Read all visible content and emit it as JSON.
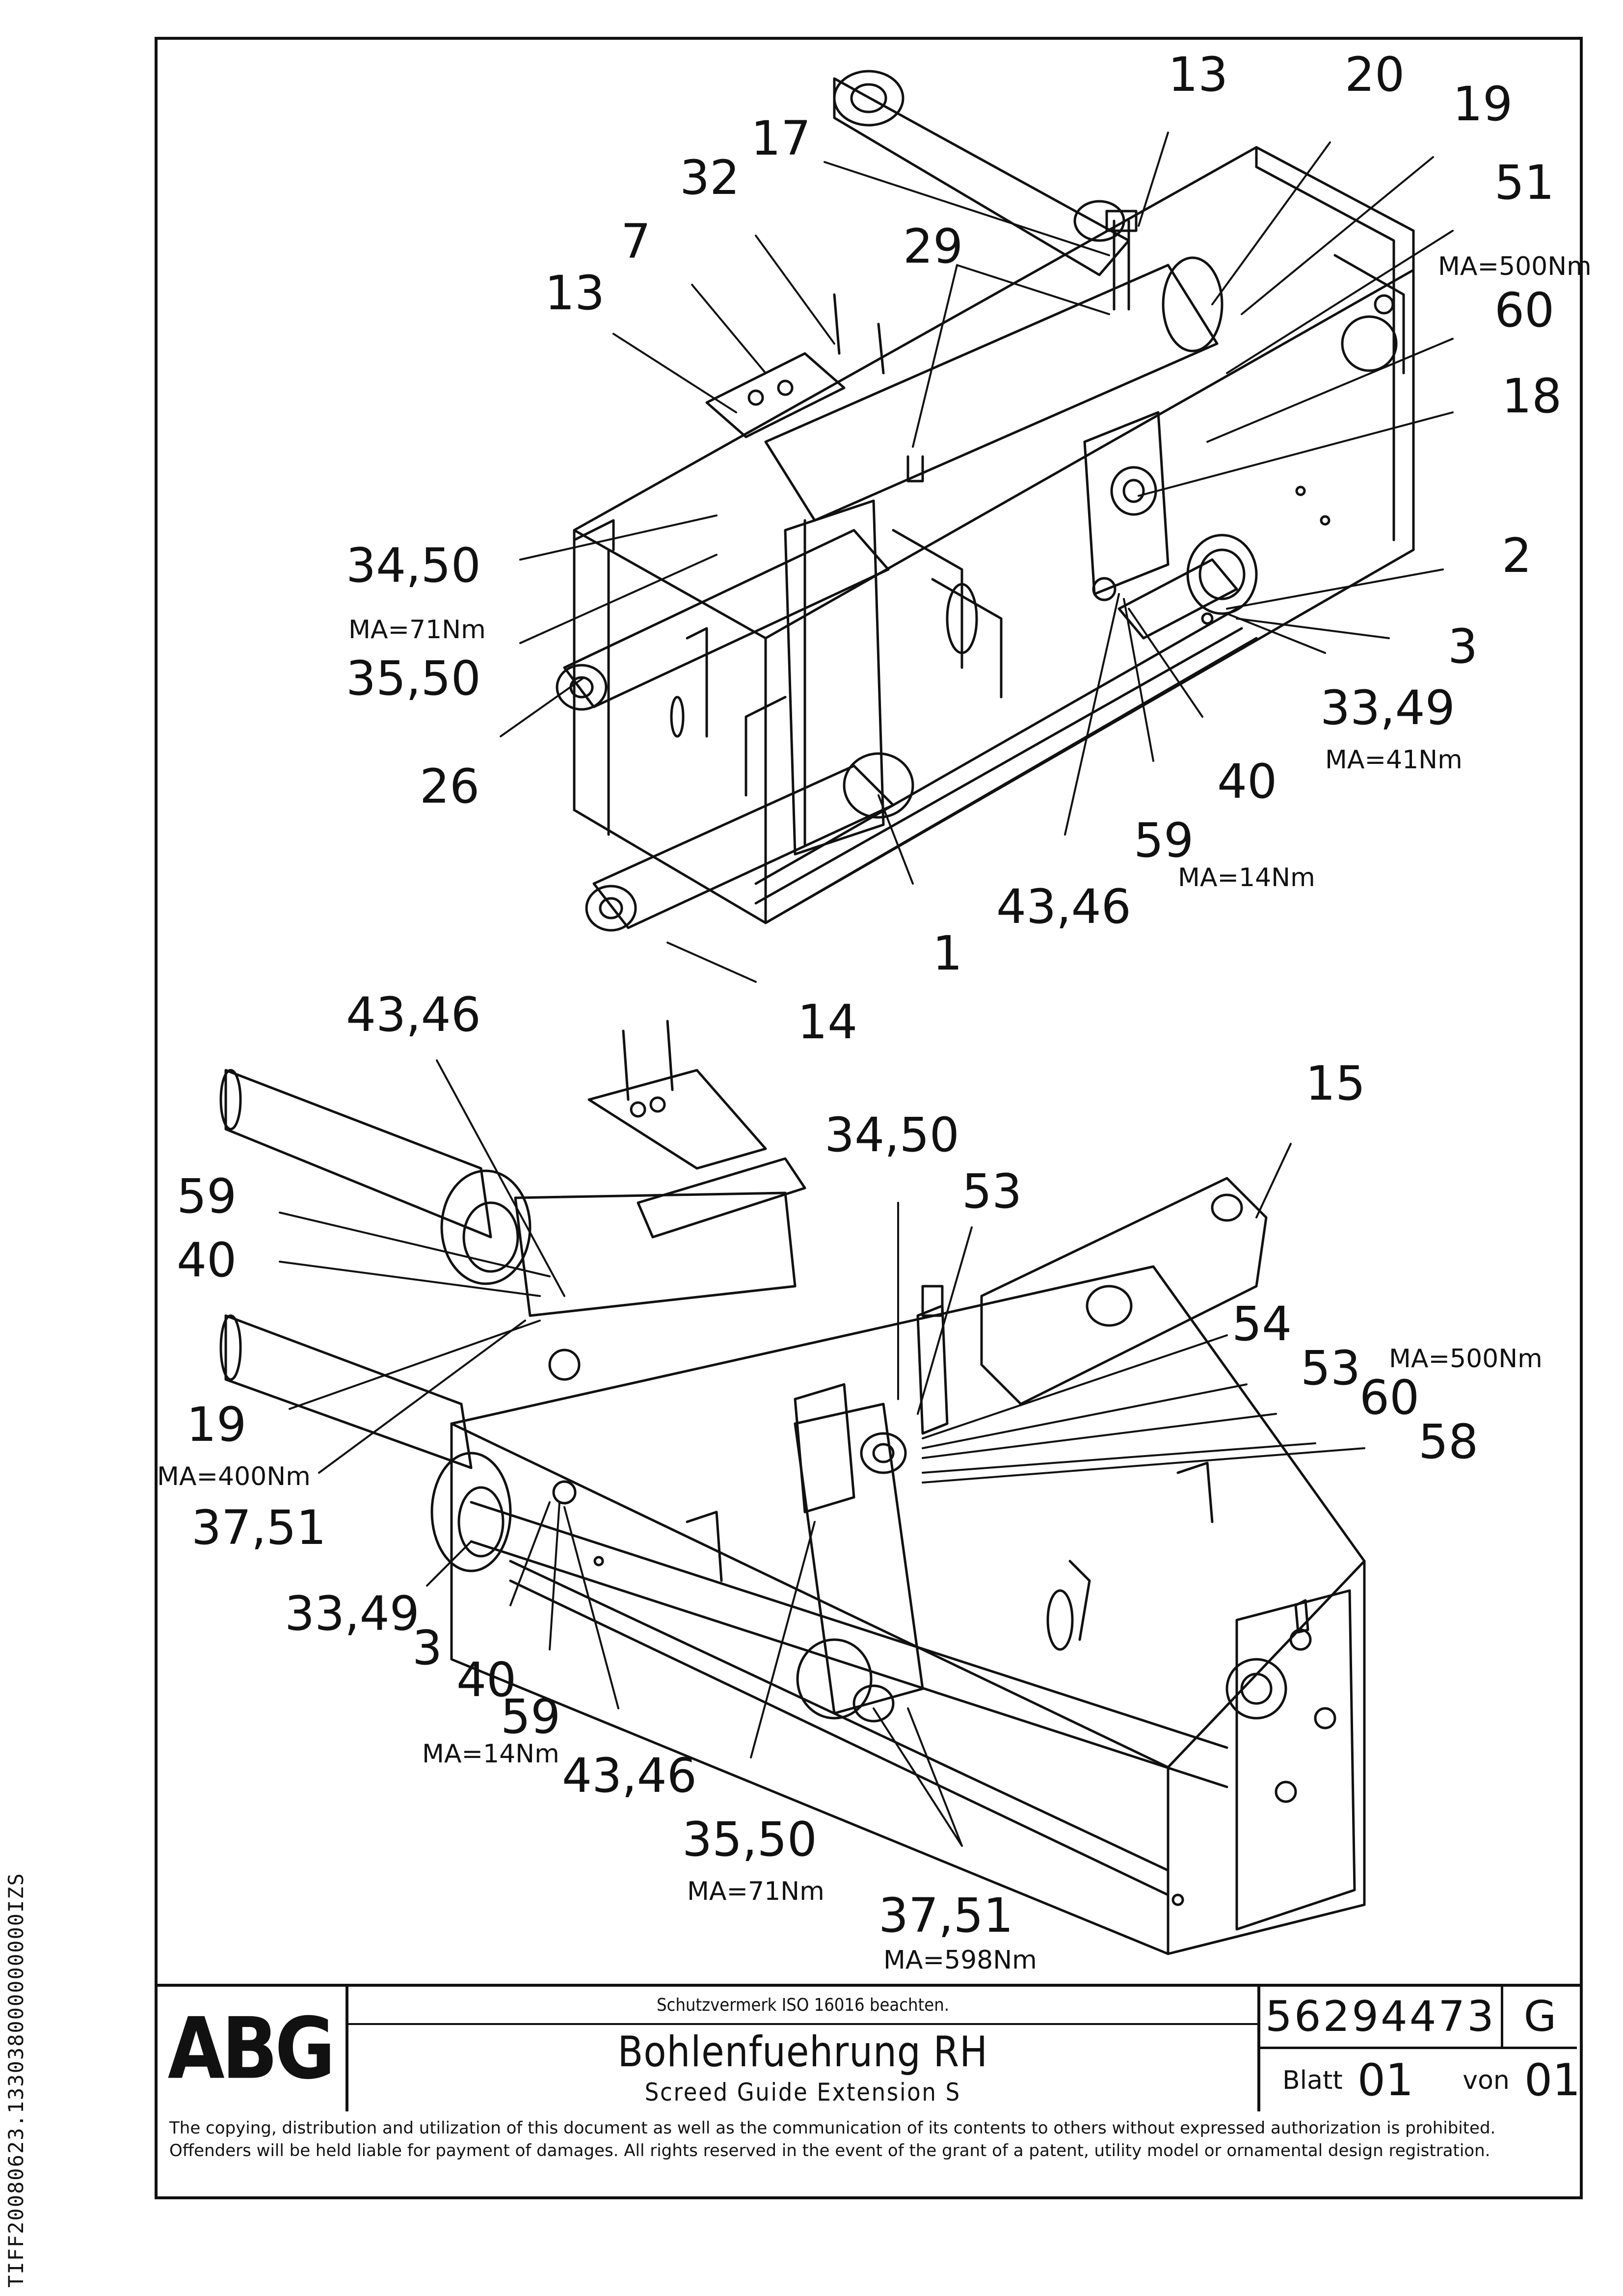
{
  "callouts_top": [
    {
      "id": "c1",
      "text": "13"
    },
    {
      "id": "c2",
      "text": "20"
    },
    {
      "id": "c3",
      "text": "19"
    },
    {
      "id": "c4",
      "text": "17"
    },
    {
      "id": "c5",
      "text": "32"
    },
    {
      "id": "c6",
      "text": "51"
    },
    {
      "id": "c7",
      "text": "7"
    },
    {
      "id": "c8",
      "text": "29"
    },
    {
      "id": "c9",
      "text": "60"
    },
    {
      "id": "c10",
      "text": "13"
    },
    {
      "id": "c11",
      "text": "18"
    },
    {
      "id": "c12",
      "text": "34,50"
    },
    {
      "id": "c13",
      "text": "2"
    },
    {
      "id": "c14",
      "text": "35,50"
    },
    {
      "id": "c15",
      "text": "3"
    },
    {
      "id": "c16",
      "text": "33,49"
    },
    {
      "id": "c17",
      "text": "26"
    },
    {
      "id": "c18",
      "text": "40"
    },
    {
      "id": "c19",
      "text": "59"
    },
    {
      "id": "c20",
      "text": "43,46"
    },
    {
      "id": "c21",
      "text": "1"
    },
    {
      "id": "c22",
      "text": "14"
    }
  ],
  "torques_top": [
    {
      "id": "t1",
      "text": "MA=500Nm"
    },
    {
      "id": "t2",
      "text": "MA=71Nm"
    },
    {
      "id": "t3",
      "text": "MA=41Nm"
    },
    {
      "id": "t4",
      "text": "MA=14Nm"
    }
  ],
  "callouts_bottom": [
    {
      "id": "d1",
      "text": "43,46"
    },
    {
      "id": "d2",
      "text": "15"
    },
    {
      "id": "d3",
      "text": "34,50"
    },
    {
      "id": "d4",
      "text": "59"
    },
    {
      "id": "d5",
      "text": "53"
    },
    {
      "id": "d6",
      "text": "40"
    },
    {
      "id": "d7",
      "text": "54"
    },
    {
      "id": "d8",
      "text": "53"
    },
    {
      "id": "d9",
      "text": "60"
    },
    {
      "id": "d10",
      "text": "19"
    },
    {
      "id": "d11",
      "text": "58"
    },
    {
      "id": "d12",
      "text": "37,51"
    },
    {
      "id": "d13",
      "text": "33,49"
    },
    {
      "id": "d14",
      "text": "3"
    },
    {
      "id": "d15",
      "text": "40"
    },
    {
      "id": "d16",
      "text": "59"
    },
    {
      "id": "d17",
      "text": "43,46"
    },
    {
      "id": "d18",
      "text": "35,50"
    },
    {
      "id": "d19",
      "text": "37,51"
    }
  ],
  "torques_bottom": [
    {
      "id": "u1",
      "text": "MA=500Nm"
    },
    {
      "id": "u2",
      "text": "MA=400Nm"
    },
    {
      "id": "u3",
      "text": "MA=14Nm"
    },
    {
      "id": "u4",
      "text": "MA=71Nm"
    },
    {
      "id": "u5",
      "text": "MA=598Nm"
    }
  ],
  "title_block": {
    "logo": "ABG",
    "notice": "Schutzvermerk ISO 16016 beachten.",
    "title": "Bohlenfuehrung RH",
    "subtitle": "Screed Guide Extension S",
    "doc_number": "56294473",
    "revision": "G",
    "sheet_label": "Blatt",
    "sheet_number": "01",
    "of_label": "von",
    "sheet_total": "01"
  },
  "copyright": "The copying, distribution and utilization of this document as well as the communication of its contents to others without expressed authorization is prohibited. Offenders will be held liable for payment of damages. All rights reserved in the event of the grant of a patent, utility model or ornamental design registration.",
  "side_code": "TIFF20080623.133038000000000IZS"
}
